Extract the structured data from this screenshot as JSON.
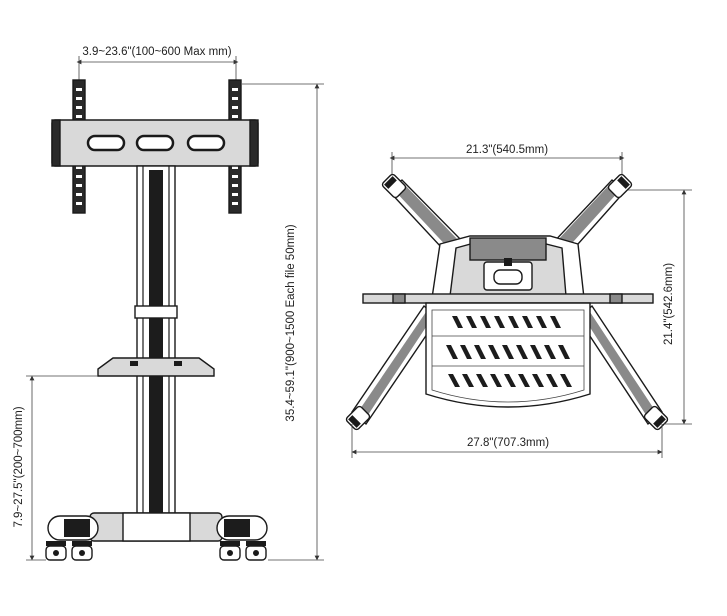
{
  "dimensions": {
    "vesa_width": "3.9~23.6\"(100~600 Max mm)",
    "total_height": "35.4~59.1\"(900~1500 Each file 50mm)",
    "shelf_height": "7.9~27.5\"(200~700mm)",
    "top_width": "21.3\"(540.5mm)",
    "base_width": "27.8\"(707.3mm)",
    "base_depth": "21.4\"(542.6mm)"
  },
  "colors": {
    "line": "#1a1a1a",
    "fill_dark": "#1c1c1c",
    "fill_mid": "#8a8a8a",
    "fill_light": "#d9d9d9",
    "fill_white": "#ffffff"
  }
}
